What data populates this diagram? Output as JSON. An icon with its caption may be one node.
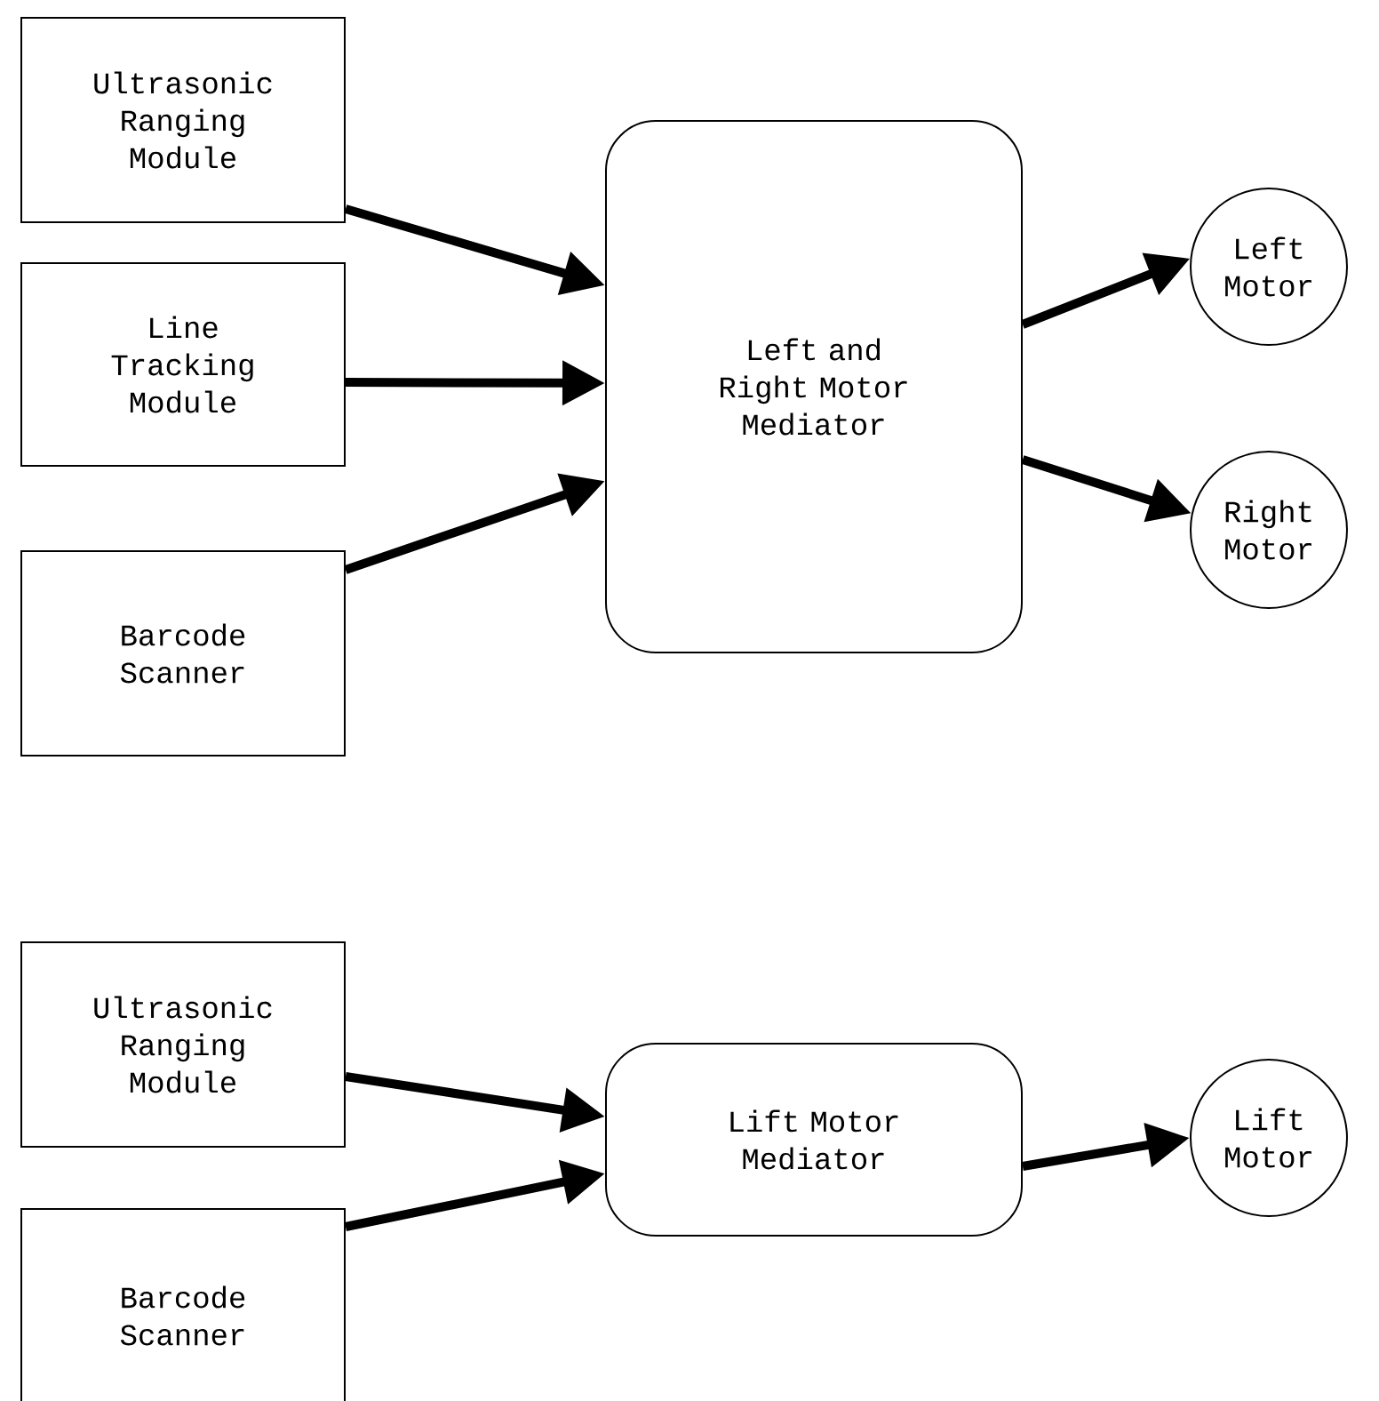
{
  "diagram": {
    "nodes": [
      {
        "text": [
          "Ultrasonic Ranging Module"
        ]
      },
      {
        "text": [
          "Line Tracking Module"
        ]
      },
      {
        "text": [
          "Barcode Scanner"
        ]
      },
      {
        "text": [
          "Left and Right Motor Mediator"
        ]
      },
      {
        "text": [
          "Left Motor"
        ]
      },
      {
        "text": [
          "Right Motor"
        ]
      },
      {
        "text": [
          "Ultrasonic Ranging Module"
        ]
      },
      {
        "text": [
          "Barcode Scanner"
        ]
      },
      {
        "text": [
          "Lift Motor Mediator"
        ]
      },
      {
        "text": [
          "Lift Motor"
        ]
      }
    ],
    "edges": [
      {
        "from": 0,
        "to": 3,
        "arrow": "to"
      },
      {
        "from": 1,
        "to": 3,
        "arrow": "to"
      },
      {
        "from": 2,
        "to": 3,
        "arrow": "to"
      },
      {
        "from": 3,
        "to": 4,
        "arrow": "to"
      },
      {
        "from": 3,
        "to": 5,
        "arrow": "to"
      },
      {
        "from": 6,
        "to": 8,
        "arrow": "to"
      },
      {
        "from": 7,
        "to": 8,
        "arrow": "to"
      },
      {
        "from": 8,
        "to": 9,
        "arrow": "to"
      }
    ]
  }
}
